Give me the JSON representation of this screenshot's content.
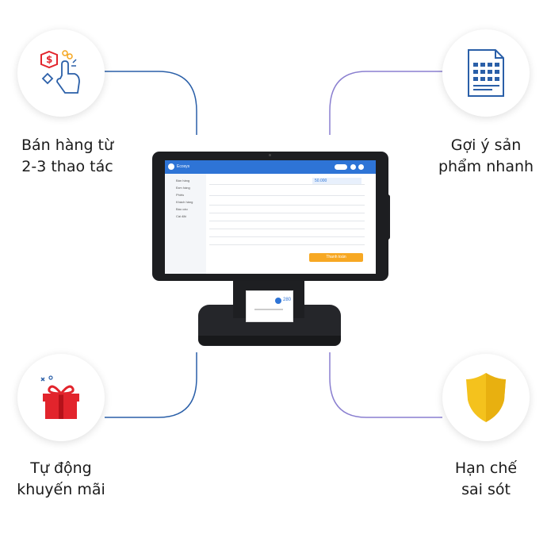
{
  "features": [
    {
      "label_line1": "Bán hàng từ",
      "label_line2": "2-3 thao tác",
      "icon": "tap-hand-icon"
    },
    {
      "label_line1": "Gợi ý sản",
      "label_line2": "phẩm nhanh",
      "icon": "product-grid-icon"
    },
    {
      "label_line1": "Tự động",
      "label_line2": "khuyến mãi",
      "icon": "gift-icon"
    },
    {
      "label_line1": "Hạn chế",
      "label_line2": "sai sót",
      "icon": "shield-icon"
    }
  ],
  "colors": {
    "line_left": "#2a5fa8",
    "line_right": "#8a7fd0",
    "shield": "#f4c21d",
    "gift": "#e2242c",
    "brand": "#2e74d6",
    "pay": "#f7a823"
  },
  "device": {
    "screen_texts": {
      "app_name": "Ecosys",
      "side_items": [
        "Bán hàng",
        "Đơn hàng",
        "Phiếu",
        "Khách hàng",
        "Báo cáo",
        "Cài đặt"
      ],
      "total": "50.000",
      "pay_label": "Thanh toán"
    },
    "receipt_text": "280"
  }
}
